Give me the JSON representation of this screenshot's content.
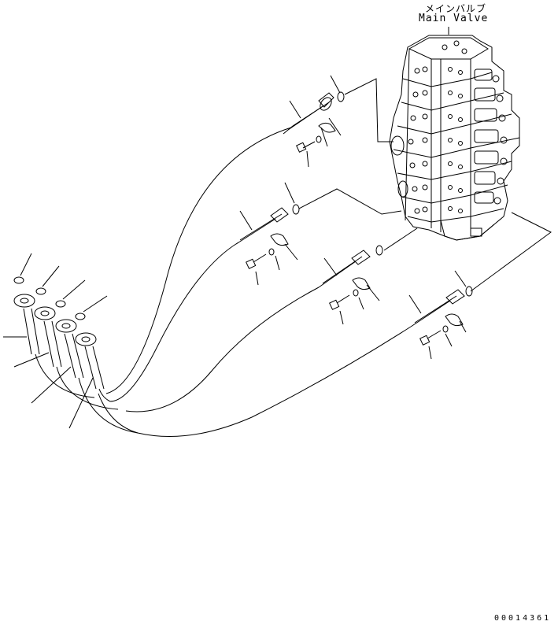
{
  "title": {
    "japanese": "メインバルブ",
    "english": "Main Valve"
  },
  "figure_number": "00014361"
}
